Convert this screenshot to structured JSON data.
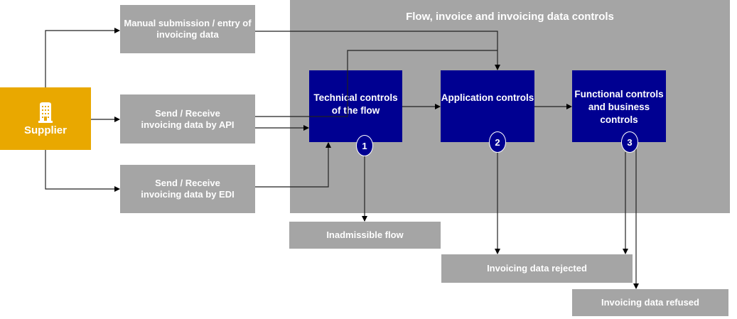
{
  "panel": {
    "title": "Flow, invoice and invoicing data controls"
  },
  "supplier": {
    "label": "Supplier",
    "icon": "building-icon"
  },
  "channels": [
    {
      "label": "Manual submission / entry of invoicing data"
    },
    {
      "label": "Send / Receive invoicing data by API"
    },
    {
      "label": "Send / Receive invoicing data by EDI"
    }
  ],
  "controls": [
    {
      "label": "Technical controls of the flow",
      "step": "1"
    },
    {
      "label": "Application controls",
      "step": "2"
    },
    {
      "label": "Functional controls and business controls",
      "step": "3"
    }
  ],
  "outcomes": [
    {
      "label": "Inadmissible flow"
    },
    {
      "label": "Invoicing data rejected"
    },
    {
      "label": "Invoicing data refused"
    }
  ],
  "colors": {
    "supplier": "#e9a800",
    "control": "#000091",
    "neutral": "#a5a5a5"
  }
}
